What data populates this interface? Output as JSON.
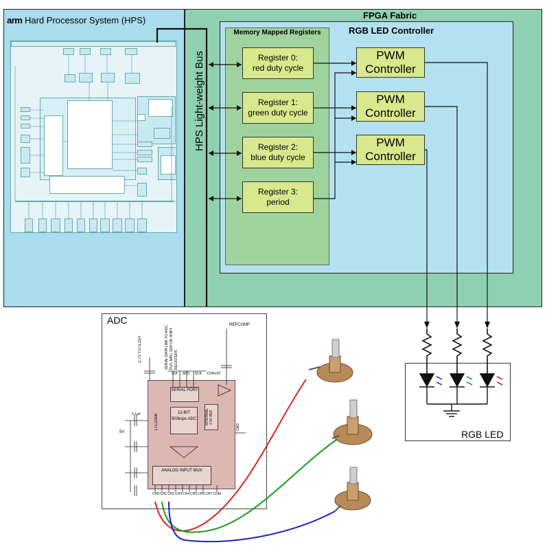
{
  "hps": {
    "logo": "arm",
    "title": "Hard Processor System (HPS)"
  },
  "fpga": {
    "title": "FPGA Fabric",
    "controller_title": "RGB LED Controller",
    "memory_mapped_title": "Memory Mapped Registers",
    "bus_label": "HPS Light-weight Bus",
    "registers": [
      {
        "line1": "Register 0:",
        "line2": "red duty cycle"
      },
      {
        "line1": "Register 1:",
        "line2": "green duty cycle"
      },
      {
        "line1": "Register 2:",
        "line2": "blue duty cycle"
      },
      {
        "line1": "Register 3:",
        "line2": "period"
      }
    ],
    "pwm": [
      {
        "line1": "PWM",
        "line2": "Controller"
      },
      {
        "line1": "PWM",
        "line2": "Controller"
      },
      {
        "line1": "PWM",
        "line2": "Controller"
      }
    ]
  },
  "adc": {
    "title": "ADC",
    "chip_name": "LTC2308",
    "block_serial": "SERIAL PORT",
    "block_adc": "12-BIT 500ksps ADC",
    "block_ref": "INTERNAL 2.5V REF",
    "block_mux": "ANALOG INPUT MUX",
    "supply_label": "2.7V TO 5.25V",
    "serial_note": "SERIAL DATA LINK TO ASIC, PLD, MPU, DSP OR SHIFT REGISTERS",
    "pin_labels": [
      "SDI",
      "SDO",
      "SCK",
      "CONVST"
    ],
    "channel_labels": [
      "CH0",
      "CH1",
      "CH2",
      "CH3",
      "CH4",
      "CH5",
      "CH6",
      "CH7",
      "COM"
    ],
    "refcomp_label": "REFCOMP",
    "vdd_label": "5V",
    "gnd_label": "GND",
    "cap_label": "0.1µF"
  },
  "led": {
    "title": "RGB LED",
    "colors": {
      "blue": "#1f3fd0",
      "green": "#1a9a3a",
      "red": "#d01f1f"
    }
  },
  "wire_colors": {
    "red": "#e02020",
    "green": "#1a9a1a",
    "blue": "#2020c0"
  }
}
